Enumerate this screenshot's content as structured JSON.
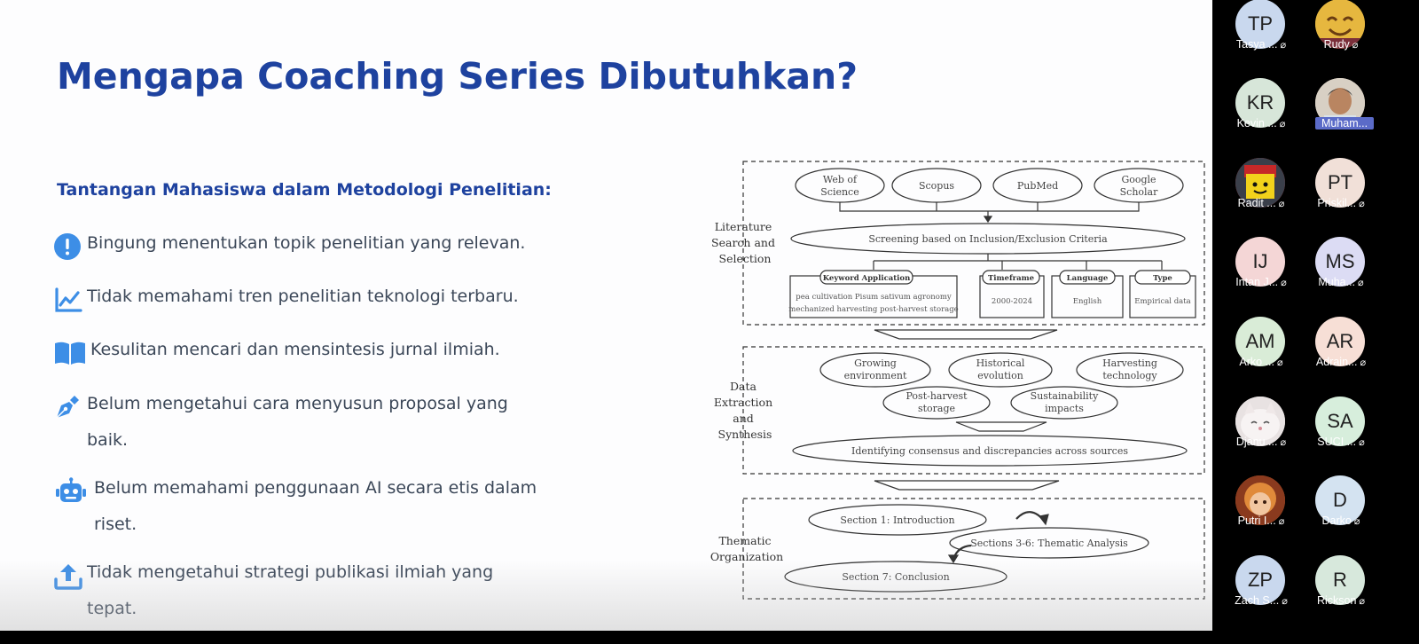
{
  "slide": {
    "title": "Mengapa Coaching Series Dibutuhkan?",
    "subtitle": "Tantangan Mahasiswa dalam Metodologi Penelitian:",
    "bullets": [
      {
        "icon": "alert-circle-icon",
        "lines": [
          "Bingung menentukan topik penelitian yang relevan."
        ]
      },
      {
        "icon": "trend-chart-icon",
        "lines": [
          "Tidak memahami tren penelitian teknologi terbaru."
        ]
      },
      {
        "icon": "book-open-icon",
        "lines": [
          "Kesulitan mencari dan mensintesis jurnal ilmiah."
        ]
      },
      {
        "icon": "pen-nib-icon",
        "lines": [
          "Belum mengetahui cara menyusun proposal yang",
          "baik."
        ]
      },
      {
        "icon": "robot-icon",
        "lines": [
          "Belum memahami penggunaan AI secara etis dalam",
          "riset."
        ]
      },
      {
        "icon": "upload-icon",
        "lines": [
          "Tidak mengetahui strategi publikasi ilmiah yang",
          "tepat."
        ]
      }
    ]
  },
  "diagram": {
    "phase1_label": [
      "Literature",
      "Search and",
      "Selection"
    ],
    "phase2_label": [
      "Data",
      "Extraction",
      "and",
      "Synthesis"
    ],
    "phase3_label": [
      "Thematic",
      "Organization"
    ],
    "sources": [
      [
        "Web of",
        "Science"
      ],
      [
        "Scopus"
      ],
      [
        "PubMed"
      ],
      [
        "Google",
        "Scholar"
      ]
    ],
    "screening": "Screening based on Inclusion/Exclusion Criteria",
    "criteria": [
      {
        "head": "Keyword Application",
        "body": [
          "pea cultivation     Pisum sativum agronomy",
          "mechanized harvesting     post-harvest storage"
        ]
      },
      {
        "head": "Timeframe",
        "body": [
          "2000-2024"
        ]
      },
      {
        "head": "Language",
        "body": [
          "English"
        ]
      },
      {
        "head": "Type",
        "body": [
          "Empirical data"
        ]
      }
    ],
    "themes": [
      [
        "Growing",
        "environment"
      ],
      [
        "Historical",
        "evolution"
      ],
      [
        "Harvesting",
        "technology"
      ],
      [
        "Post-harvest",
        "storage"
      ],
      [
        "Sustainability",
        "impacts"
      ]
    ],
    "synthesis": "Identifying consensus and discrepancies across sources",
    "sections": [
      "Section 1: Introduction",
      "Sections 3-6: Thematic Analysis",
      "Section 7: Conclusion"
    ]
  },
  "participants": [
    {
      "initials": "TP",
      "name": "Tasya ...",
      "color": "#c9d8ee",
      "type": "initials"
    },
    {
      "initials": "",
      "name": "Rudy",
      "color": "#e0b54a",
      "type": "photo-emoji"
    },
    {
      "initials": "KR",
      "name": "Kevin ...",
      "color": "#d7e6d9",
      "type": "initials"
    },
    {
      "initials": "",
      "name": "Muham...",
      "color": "#d9c6b4",
      "type": "photo-person",
      "highlight": true
    },
    {
      "initials": "",
      "name": "Radit ...",
      "color": "#cc2b2b",
      "type": "photo-roblox"
    },
    {
      "initials": "PT",
      "name": "Priskil...",
      "color": "#f1e0d8",
      "type": "initials"
    },
    {
      "initials": "IJ",
      "name": "Intan J...",
      "color": "#f4d6d6",
      "type": "initials"
    },
    {
      "initials": "MS",
      "name": "Muha...",
      "color": "#dcdcf4",
      "type": "initials"
    },
    {
      "initials": "AM",
      "name": "Arko ...",
      "color": "#d9ecd7",
      "type": "initials"
    },
    {
      "initials": "AR",
      "name": "Adrain...",
      "color": "#f7dfd6",
      "type": "initials"
    },
    {
      "initials": "",
      "name": "Djanu ...",
      "color": "#e8e2e2",
      "type": "photo-cat"
    },
    {
      "initials": "SA",
      "name": "SUCI ...",
      "color": "#d7eedc",
      "type": "initials"
    },
    {
      "initials": "",
      "name": "Putri I...",
      "color": "#c8662d",
      "type": "photo-art"
    },
    {
      "initials": "D",
      "name": "Darko",
      "color": "#d4e3f1",
      "type": "initials"
    },
    {
      "initials": "ZP",
      "name": "Zach S...",
      "color": "#c9d8ee",
      "type": "initials"
    },
    {
      "initials": "R",
      "name": "Rickson",
      "color": "#d7e8dc",
      "type": "initials"
    }
  ],
  "colors": {
    "accent": "#1e429f",
    "icon_blue": "#3d8ee6",
    "body_text": "#3b4758"
  }
}
